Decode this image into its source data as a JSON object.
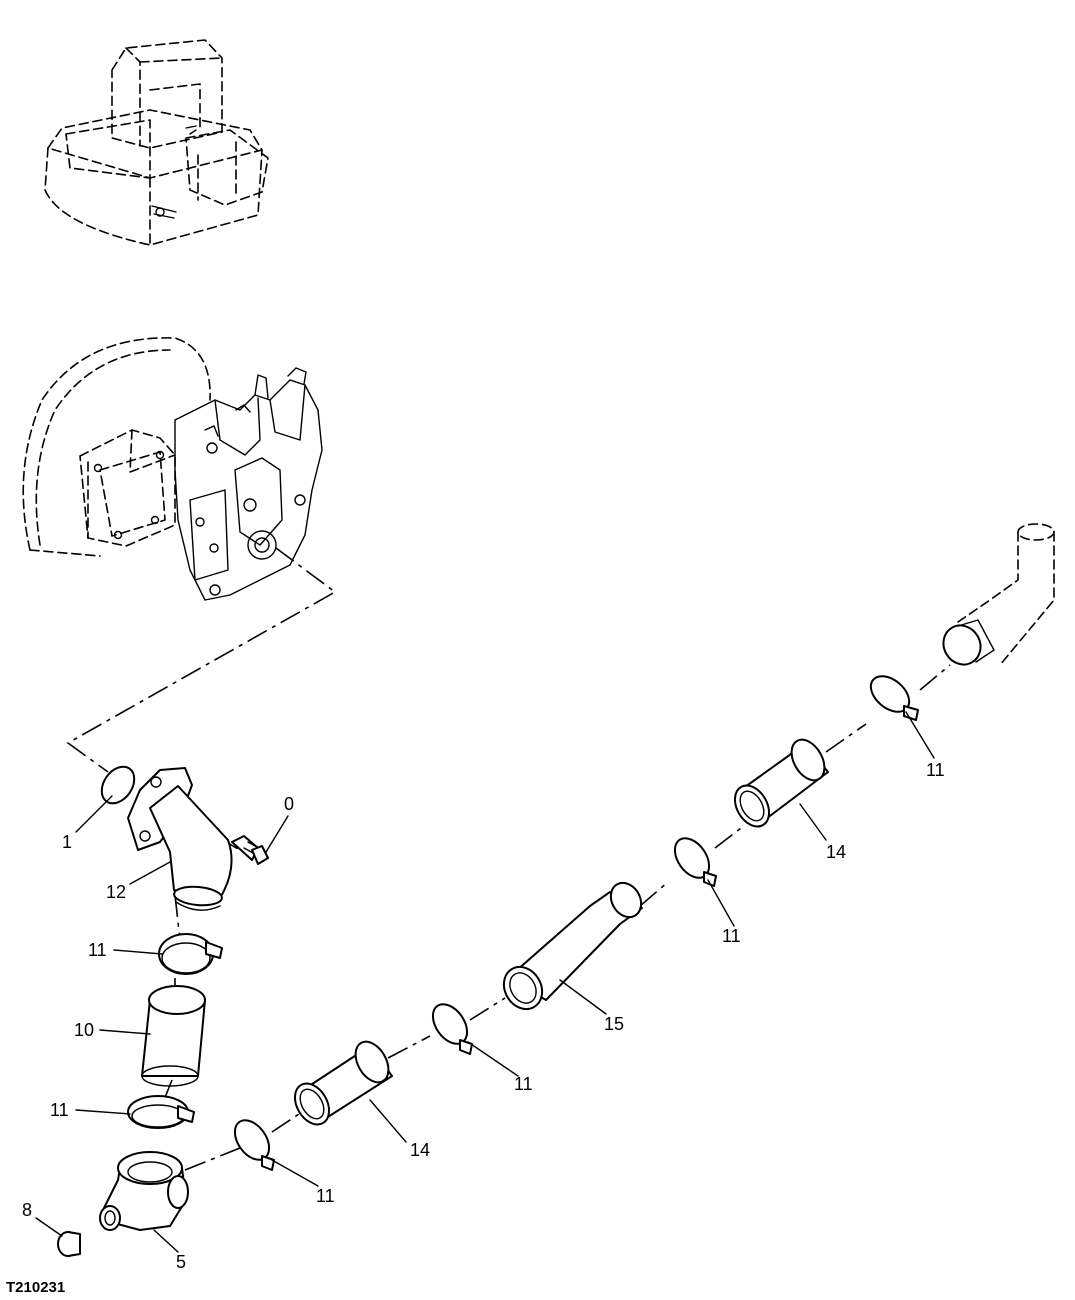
{
  "figure_id": "T210231",
  "callouts": {
    "c0": "0",
    "c1": "1",
    "c12": "12",
    "c11a": "11",
    "c10": "10",
    "c11b": "11",
    "c8": "8",
    "c5": "5",
    "c11c": "11",
    "c14a": "14",
    "c11d": "11",
    "c15": "15",
    "c11e": "11",
    "c14b": "14",
    "c11f": "11"
  }
}
